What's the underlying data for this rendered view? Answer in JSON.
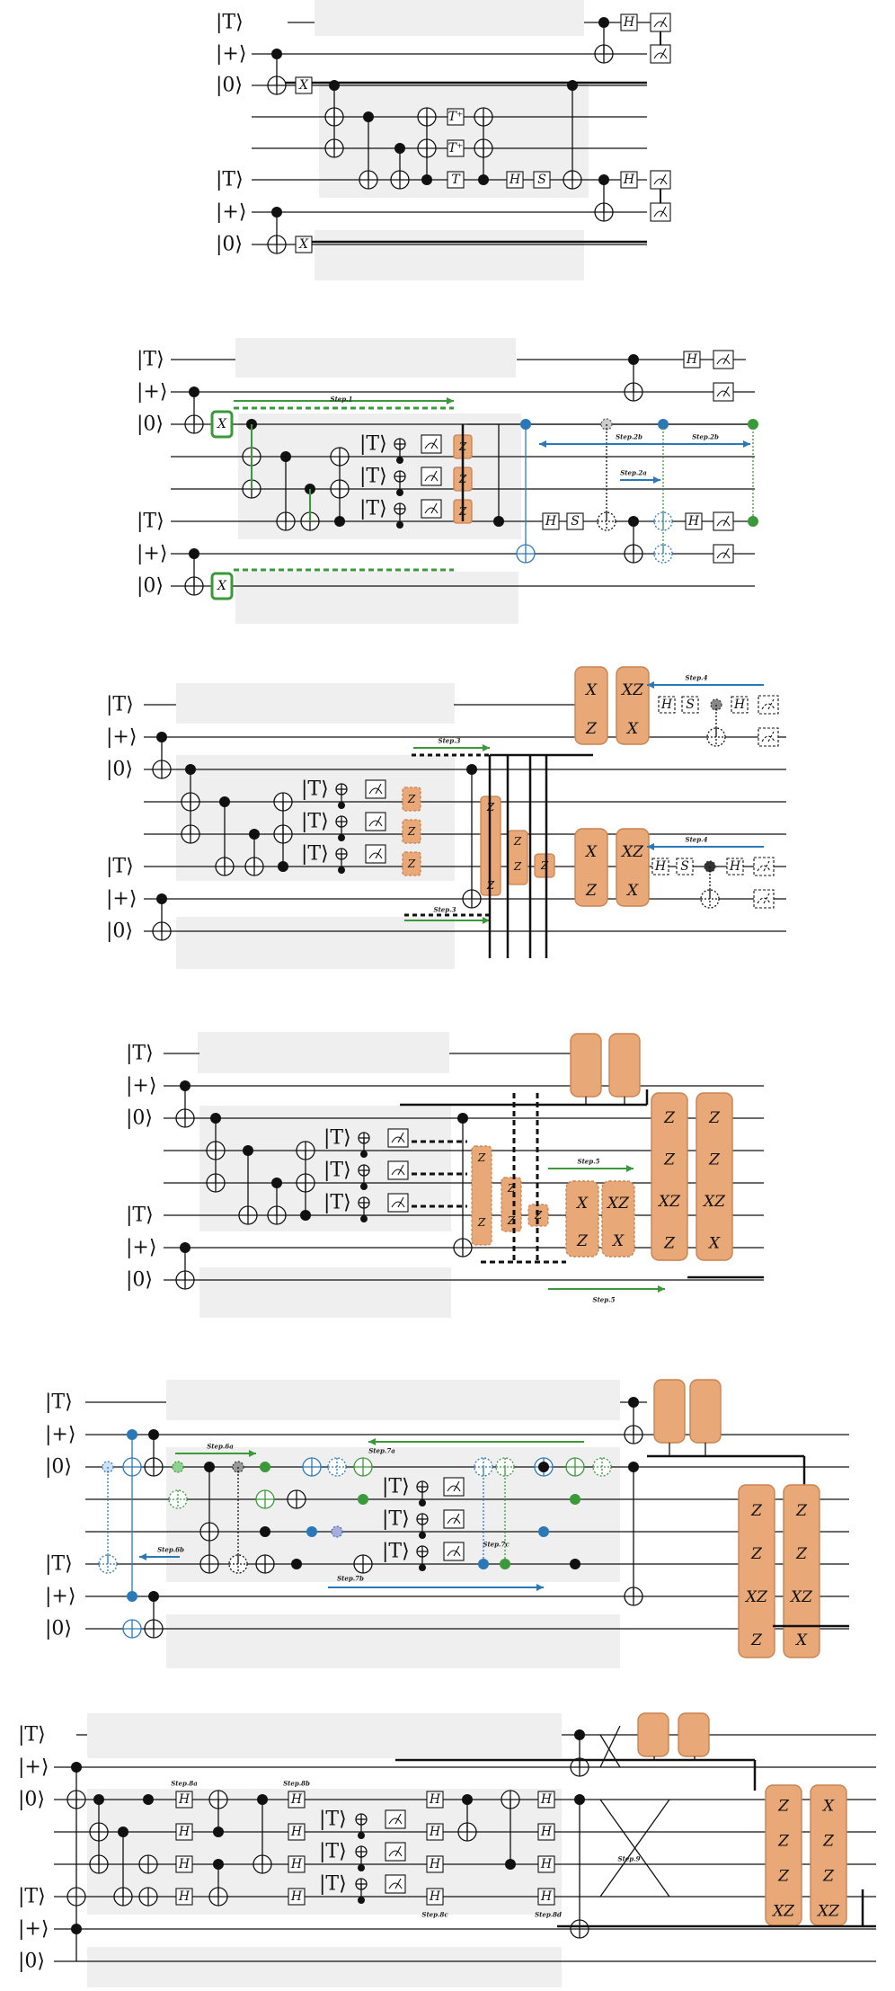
{
  "colors": {
    "wire": "#111111",
    "shade": "#efefef",
    "orange": "#e8a877",
    "orange_dark": "#c98250",
    "green": "#3a9a3a",
    "blue": "#2a78b8",
    "gray_node": "#9a9a9a"
  },
  "panel1": {
    "labels": [
      "|T⟩",
      "|+⟩",
      "|0⟩",
      "|T⟩",
      "|+⟩",
      "|0⟩"
    ],
    "gates": [
      "H",
      "X",
      "T⁺",
      "T⁺",
      "T",
      "H",
      "S",
      "H",
      "X"
    ]
  },
  "panel2": {
    "labels": [
      "|T⟩",
      "|+⟩",
      "|0⟩",
      "|T⟩",
      "|+⟩",
      "|0⟩"
    ],
    "ancilla_labels": [
      "|T⟩",
      "|T⟩",
      "|T⟩"
    ],
    "steps": [
      "Step.1",
      "Step.2b",
      "Step.2a",
      "Step.2b"
    ],
    "gates": [
      "H",
      "X",
      "Z",
      "H",
      "S",
      "H"
    ]
  },
  "panel3": {
    "labels": [
      "|T⟩",
      "|+⟩",
      "|0⟩",
      "|T⟩",
      "|+⟩",
      "|0⟩"
    ],
    "ancilla_labels": [
      "|T⟩",
      "|T⟩",
      "|T⟩"
    ],
    "steps": [
      "Step.3",
      "Step.4",
      "Step.4",
      "Step.3"
    ],
    "box_top": [
      "X",
      "Z",
      "XZ",
      "X"
    ],
    "gates": [
      "H",
      "S",
      "H",
      "Z"
    ]
  },
  "panel4": {
    "labels": [
      "|T⟩",
      "|+⟩",
      "|0⟩",
      "|T⟩",
      "|+⟩",
      "|0⟩"
    ],
    "ancilla_labels": [
      "|T⟩",
      "|T⟩",
      "|T⟩"
    ],
    "steps": [
      "Step.5",
      "Step.5"
    ],
    "box_a": [
      "Z",
      "Z",
      "XZ",
      "Z"
    ],
    "box_b": [
      "Z",
      "Z",
      "XZ",
      "X"
    ],
    "dashed_boxes": [
      "X",
      "Z",
      "XZ",
      "X"
    ]
  },
  "panel5": {
    "labels": [
      "|T⟩",
      "|+⟩",
      "|0⟩",
      "|T⟩",
      "|+⟩",
      "|0⟩"
    ],
    "ancilla_labels": [
      "|T⟩",
      "|T⟩",
      "|T⟩"
    ],
    "steps": [
      "Step.6a",
      "Step.6b",
      "Step.7a",
      "Step.7b",
      "Step.7c"
    ],
    "box_a": [
      "Z",
      "Z",
      "XZ",
      "Z"
    ],
    "box_b": [
      "Z",
      "Z",
      "XZ",
      "X"
    ]
  },
  "panel6": {
    "labels": [
      "|T⟩",
      "|+⟩",
      "|0⟩",
      "|T⟩",
      "|+⟩",
      "|0⟩"
    ],
    "ancilla_labels": [
      "|T⟩",
      "|T⟩",
      "|T⟩"
    ],
    "steps": [
      "Step.8a",
      "Step.8b",
      "Step.8c",
      "Step.8d",
      "Step.9"
    ],
    "gates": [
      "H",
      "H",
      "H",
      "H"
    ],
    "box_a": [
      "Z",
      "Z",
      "Z",
      "XZ"
    ],
    "box_b": [
      "X",
      "Z",
      "Z",
      "XZ"
    ]
  }
}
